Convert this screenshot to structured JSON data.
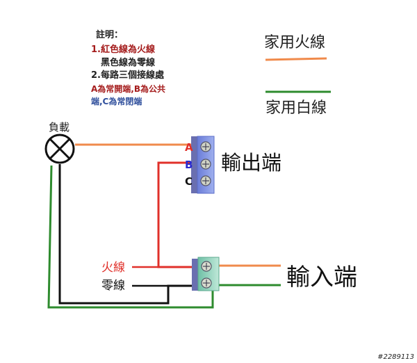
{
  "notes": {
    "heading": "註明：",
    "line1": "1.紅色線為火線",
    "line2": "黑色線為零線",
    "line3": "2.每路三個接線處",
    "line4": "A為常開端,B為公共",
    "line5": "端,C為常閉端"
  },
  "legend": {
    "hot_label": "家用火線",
    "neutral_label": "家用白線",
    "hot_color": "#f08a4b",
    "neutral_color": "#2e8b2e"
  },
  "load": {
    "label": "負載",
    "icon": "lamp-icon"
  },
  "output_terminal": {
    "label": "輸出端",
    "terminals": [
      "A",
      "B",
      "C"
    ],
    "terminal_colors": [
      "#e0302a",
      "#2a2acf",
      "#111111"
    ]
  },
  "input_terminal": {
    "label": "輸入端"
  },
  "wires": {
    "hot_label": "火線",
    "neutral_label": "零線",
    "hot_color": "#e0302a",
    "neutral_color": "#111111"
  },
  "watermark": "#2289113"
}
